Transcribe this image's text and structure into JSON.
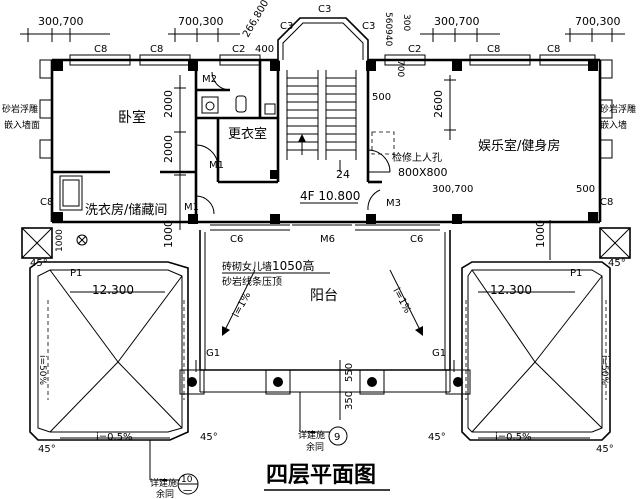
{
  "title": "四层平面图",
  "rooms": {
    "bedroom": "卧室",
    "dressing": "更衣室",
    "laundry": "洗衣房/储藏间",
    "entertainment": "娱乐室/健身房",
    "balcony": "阳台"
  },
  "labels": {
    "floor_level": "4F 10.800",
    "stair_steps": "24",
    "access_hatch_1": "检修上人孔",
    "access_hatch_2": "800X800",
    "parapet_1": "砖砌女儿墙",
    "parapet_height": "1050高",
    "parapet_2": "砂岩线条压顶",
    "stone_left_1": "砂岩浮雕",
    "stone_left_2": "嵌入墙面",
    "stone_right_1": "砂岩浮雕",
    "stone_right_2": "嵌入墙",
    "roof_left_elev": "12.300",
    "roof_right_elev": "12.300",
    "slope_1pct_left": "i=1%",
    "slope_1pct_right": "i=1%",
    "slope_05_left": "i=0.5%",
    "slope_05_right": "i=0.5%",
    "slope_side_left": "i=50%",
    "slope_side_right": "i=50%",
    "detail_ref_1": "详建施",
    "detail_ref_2": "余同",
    "detail_num_9": "9",
    "detail_num_10": "10",
    "detail_sub": "一"
  },
  "tags": {
    "C8": "C8",
    "C2": "C2",
    "C3": "C3",
    "C6": "C6",
    "M1": "M1",
    "M2": "M2",
    "M3": "M3",
    "M6": "M6",
    "P1": "P1",
    "G1": "G1"
  },
  "dims": {
    "d300_700": "300,700",
    "d700_300": "700,300",
    "d266_800": "266,800",
    "d400": "400",
    "d300": "300",
    "d560_940": "560940",
    "d700": "700",
    "d500": "500",
    "d2000": "2000",
    "d1000": "1000",
    "d2600": "2600",
    "d550": "550",
    "d350": "350",
    "deg45": "45°"
  }
}
